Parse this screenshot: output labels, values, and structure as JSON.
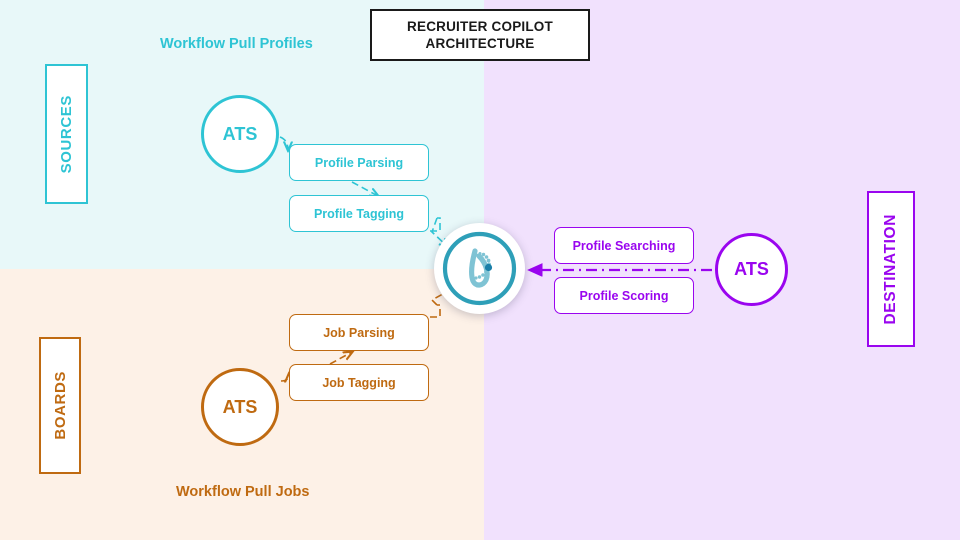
{
  "title": {
    "line1": "RECRUITER COPILOT",
    "line2": "ARCHITECTURE",
    "text": "RECRUITER COPILOT ARCHITECTURE"
  },
  "colors": {
    "teal": "#2ec4d4",
    "orange": "#bf6a11",
    "purple": "#9a05ef",
    "title_border": "#1a1a1a",
    "panel_sources_bg": "#e8f8f9",
    "panel_boards_bg": "#fdf1e7",
    "panel_destination_bg": "#f1e1fd",
    "hub_ring": "#2e9fb8",
    "hub_accent": "#7fc3d4"
  },
  "panels": {
    "sources": {
      "label": "SOURCES",
      "caption": "Workflow Pull Profiles",
      "node_label": "ATS",
      "steps": [
        {
          "label": "Profile Parsing"
        },
        {
          "label": "Profile Tagging"
        }
      ]
    },
    "boards": {
      "label": "BOARDS",
      "caption": "Workflow Pull Jobs",
      "node_label": "ATS",
      "steps": [
        {
          "label": "Job Parsing"
        },
        {
          "label": "Job Tagging"
        }
      ]
    },
    "destination": {
      "label": "DESTINATION",
      "node_label": "ATS",
      "steps": [
        {
          "label": "Profile Searching"
        },
        {
          "label": "Profile Scoring"
        }
      ]
    }
  },
  "hub": {
    "name": "recruiter-copilot-logo"
  }
}
